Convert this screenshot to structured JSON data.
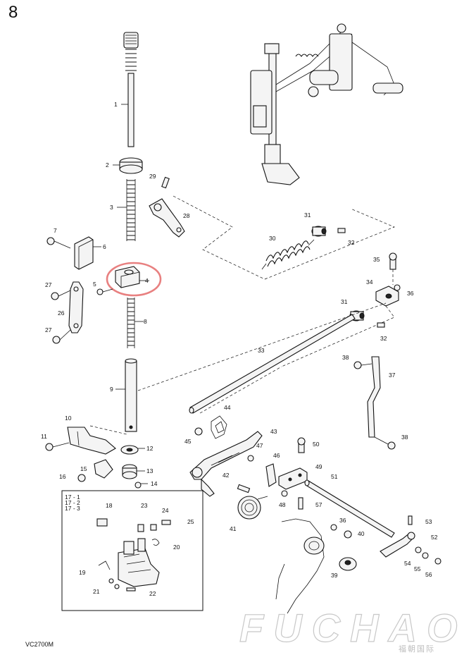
{
  "page_number": "8",
  "model_code": "VC2700M",
  "watermark": {
    "latin": "FUCHAO",
    "cjk": "福朝国际"
  },
  "inset_labels": [
    "17 - 1",
    "17 - 2",
    "17 - 3"
  ],
  "callouts": [
    "1",
    "2",
    "3",
    "4",
    "5",
    "6",
    "7",
    "8",
    "9",
    "10",
    "11",
    "12",
    "13",
    "14",
    "15",
    "16",
    "18",
    "19",
    "20",
    "21",
    "22",
    "23",
    "24",
    "25",
    "26",
    "27",
    "27",
    "28",
    "29",
    "30",
    "31",
    "31",
    "32",
    "32",
    "33",
    "34",
    "35",
    "36",
    "36",
    "37",
    "38",
    "38",
    "39",
    "40",
    "41",
    "42",
    "43",
    "44",
    "45",
    "46",
    "47",
    "48",
    "49",
    "50",
    "51",
    "52",
    "53",
    "54",
    "55",
    "56",
    "57"
  ],
  "highlight_color": "#e88080"
}
